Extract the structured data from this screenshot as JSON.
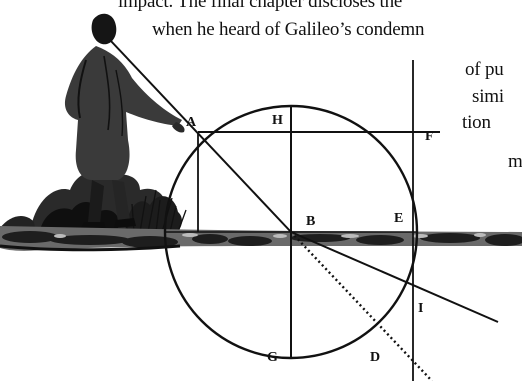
{
  "text_lines": [
    "impact. The final chapter discloses the",
    "when he heard of Galileo’s condemn",
    "of pu",
    "simi",
    "tion",
    "m"
  ],
  "figure": {
    "point_labels": {
      "A": "A",
      "H": "H",
      "F": "F",
      "B": "B",
      "E": "E",
      "I": "I",
      "G": "G",
      "D": "D"
    }
  }
}
